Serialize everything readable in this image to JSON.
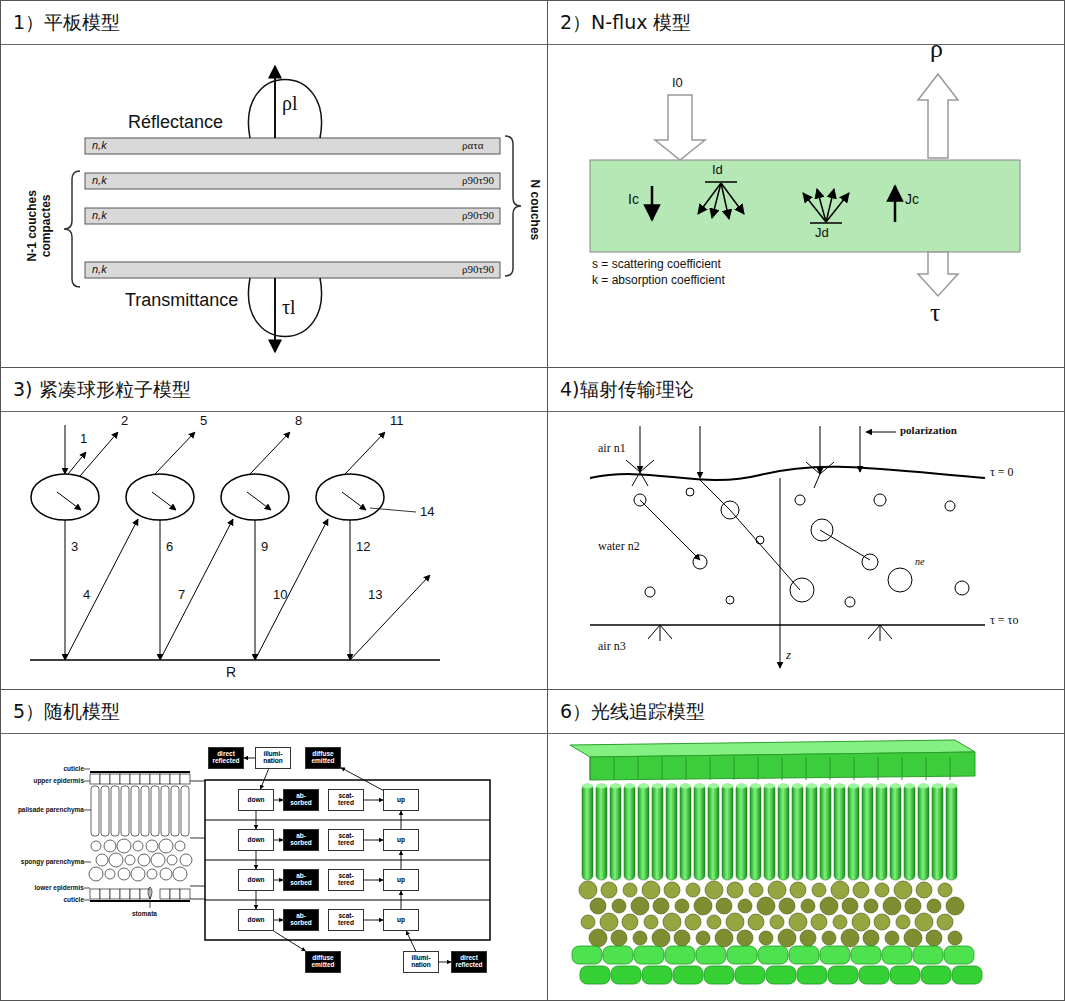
{
  "diagram": {
    "nodes": [
      {
        "text": [
          "1）平板模型"
        ]
      },
      {
        "text": [
          "2）N-flux 模型"
        ]
      },
      {
        "text": [
          "3) 紧凑球形粒子模型"
        ]
      },
      {
        "text": [
          "4)辐射传输理论"
        ]
      },
      {
        "text": [
          "5）随机模型"
        ]
      },
      {
        "text": [
          "6）光线追踪模型"
        ]
      },
      {
        "text": [
          "direct reflected"
        ],
        "in": 4
      },
      {
        "text": [
          "illumi- nation"
        ],
        "in": 4
      },
      {
        "text": [
          "diffuse emitted"
        ],
        "in": 4
      },
      {
        "text": [
          "down"
        ],
        "in": 4
      },
      {
        "text": [
          "ab- sorbed"
        ],
        "in": 4
      },
      {
        "text": [
          "scat- tered"
        ],
        "in": 4
      },
      {
        "text": [
          "up"
        ],
        "in": 4
      },
      {
        "text": [
          "down"
        ],
        "in": 4
      },
      {
        "text": [
          "ab- sorbed"
        ],
        "in": 4
      },
      {
        "text": [
          "scat- tered"
        ],
        "in": 4
      },
      {
        "text": [
          "up"
        ],
        "in": 4
      },
      {
        "text": [
          "down"
        ],
        "in": 4
      },
      {
        "text": [
          "ab- sorbed"
        ],
        "in": 4
      },
      {
        "text": [
          "scat- tered"
        ],
        "in": 4
      },
      {
        "text": [
          "up"
        ],
        "in": 4
      },
      {
        "text": [
          "down"
        ],
        "in": 4
      },
      {
        "text": [
          "ab- sorbed"
        ],
        "in": 4
      },
      {
        "text": [
          "scat- tered"
        ],
        "in": 4
      },
      {
        "text": [
          "up"
        ],
        "in": 4
      },
      {
        "text": [
          "diffuse emitted"
        ],
        "in": 4
      },
      {
        "text": [
          "illumi- nation"
        ],
        "in": 4
      },
      {
        "text": [
          "direct reflected"
        ],
        "in": 4
      }
    ],
    "edges": [
      {
        "from": 7,
        "to": 6,
        "arrow": "to"
      },
      {
        "from": 7,
        "to": 9,
        "arrow": "to"
      },
      {
        "from": 12,
        "to": 8,
        "arrow": "to"
      },
      {
        "from": 9,
        "to": 10,
        "arrow": "to"
      },
      {
        "from": 11,
        "to": 12,
        "arrow": "to"
      },
      {
        "from": 9,
        "to": 13,
        "arrow": "to"
      },
      {
        "from": 16,
        "to": 12,
        "arrow": "to"
      },
      {
        "from": 13,
        "to": 14,
        "arrow": "to"
      },
      {
        "from": 15,
        "to": 16,
        "arrow": "to"
      },
      {
        "from": 13,
        "to": 17,
        "arrow": "to"
      },
      {
        "from": 20,
        "to": 16,
        "arrow": "to"
      },
      {
        "from": 17,
        "to": 18,
        "arrow": "to"
      },
      {
        "from": 19,
        "to": 20,
        "arrow": "to"
      },
      {
        "from": 17,
        "to": 21,
        "arrow": "to"
      },
      {
        "from": 24,
        "to": 20,
        "arrow": "to"
      },
      {
        "from": 21,
        "to": 22,
        "arrow": "to"
      },
      {
        "from": 23,
        "to": 24,
        "arrow": "to"
      },
      {
        "from": 21,
        "to": 25,
        "arrow": "to"
      },
      {
        "from": 26,
        "to": 24,
        "arrow": "to"
      },
      {
        "from": 26,
        "to": 27,
        "arrow": "to"
      }
    ],
    "labels": [
      "Réflectance",
      "ρl",
      "n,k",
      "ρατα",
      "n,k",
      "ρ90τ90",
      "n,k",
      "ρ90τ90",
      "n,k",
      "ρ90τ90",
      "N-1 couches compactes",
      "N couches",
      "Transmittance",
      "τl",
      "I0",
      "ρ",
      "Ic",
      "Id",
      "Jd",
      "Jc",
      "s = scattering coefficient",
      "k = absorption coefficient",
      "τ",
      "1",
      "2",
      "3",
      "4",
      "5",
      "6",
      "7",
      "8",
      "9",
      "10",
      "11",
      "12",
      "13",
      "14",
      "R",
      "polarization",
      "air n1",
      "τ = 0",
      "water n2",
      "ne",
      "τ = τo",
      "air n3",
      "z",
      "cuticle",
      "upper epidermis",
      "palisade parenchyma",
      "spongy parenchyma",
      "lower epidermis",
      "cuticle",
      "stomata"
    ]
  }
}
